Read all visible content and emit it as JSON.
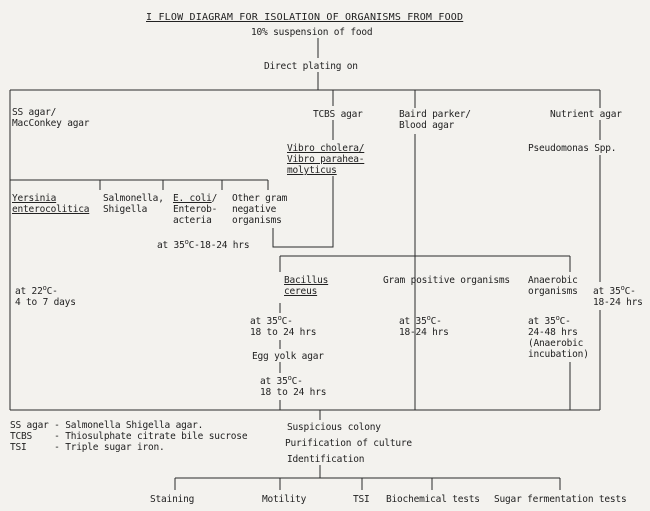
{
  "title": "I FLOW DIAGRAM FOR ISOLATION OF ORGANISMS FROM FOOD",
  "suspension": "10% suspension of food",
  "direct_plating": "Direct plating on",
  "media": {
    "ss_agar": "SS agar/\nMacConkey agar",
    "tcbs": "TCBS agar",
    "baird": "Baird parker/\nBlood agar",
    "nutrient": "Nutrient agar"
  },
  "tcbs_organisms": "Vibro cholera/\nVibro parahea-\nmolyticus",
  "pseudomonas": "Pseudomonas Spp.",
  "gram_negative": {
    "yersinia": "Yersinia\nenterocolitica",
    "salmonella": "Salmonella,\nShigella",
    "ecoli_prefix": "E. coli",
    "ecoli_suffix": "/\nEnterob-\nacteria",
    "other": "Other gram\nnegative\norganisms"
  },
  "incubation": {
    "neg_35_prefix": "at 35",
    "neg_35_suffix": "C-18-24 hrs",
    "yersinia_prefix": "at 22",
    "yersinia_suffix": "C-\n4 to 7 days",
    "nutrient_prefix": "at 35",
    "nutrient_suffix": "C-\n18-24 hrs",
    "bacillus_prefix": "at 35",
    "bacillus_suffix": "C-\n18 to 24 hrs",
    "egg_prefix": "at 35",
    "egg_suffix": "C-\n18 to 24 hrs",
    "gram_pos_prefix": "at 35",
    "gram_pos_suffix": "C-\n18-24 hrs",
    "anaerobic_prefix": "at 35",
    "anaerobic_suffix": "C-\n24-48 hrs\n(Anaerobic\nincubation)",
    "degree": "o"
  },
  "gram_positive": {
    "bacillus": "Bacillus\ncereus",
    "gram_positive": "Gram positive organisms",
    "anaerobic": "Anaerobic\norganisms"
  },
  "egg_yolk": "Egg yolk agar",
  "final_steps": {
    "suspicious": "Suspicious colony",
    "purification": "Purification of culture",
    "identification": "Identification"
  },
  "legend": [
    "SS agar - Salmonella Shigella agar.",
    "TCBS    - Thiosulphate citrate bile sucrose",
    "TSI     - Triple sugar iron."
  ],
  "tests": {
    "staining": "Staining",
    "motility": "Motility",
    "tsi": "TSI",
    "biochemical": "Biochemical tests",
    "sugar": "Sugar fermentation tests"
  }
}
